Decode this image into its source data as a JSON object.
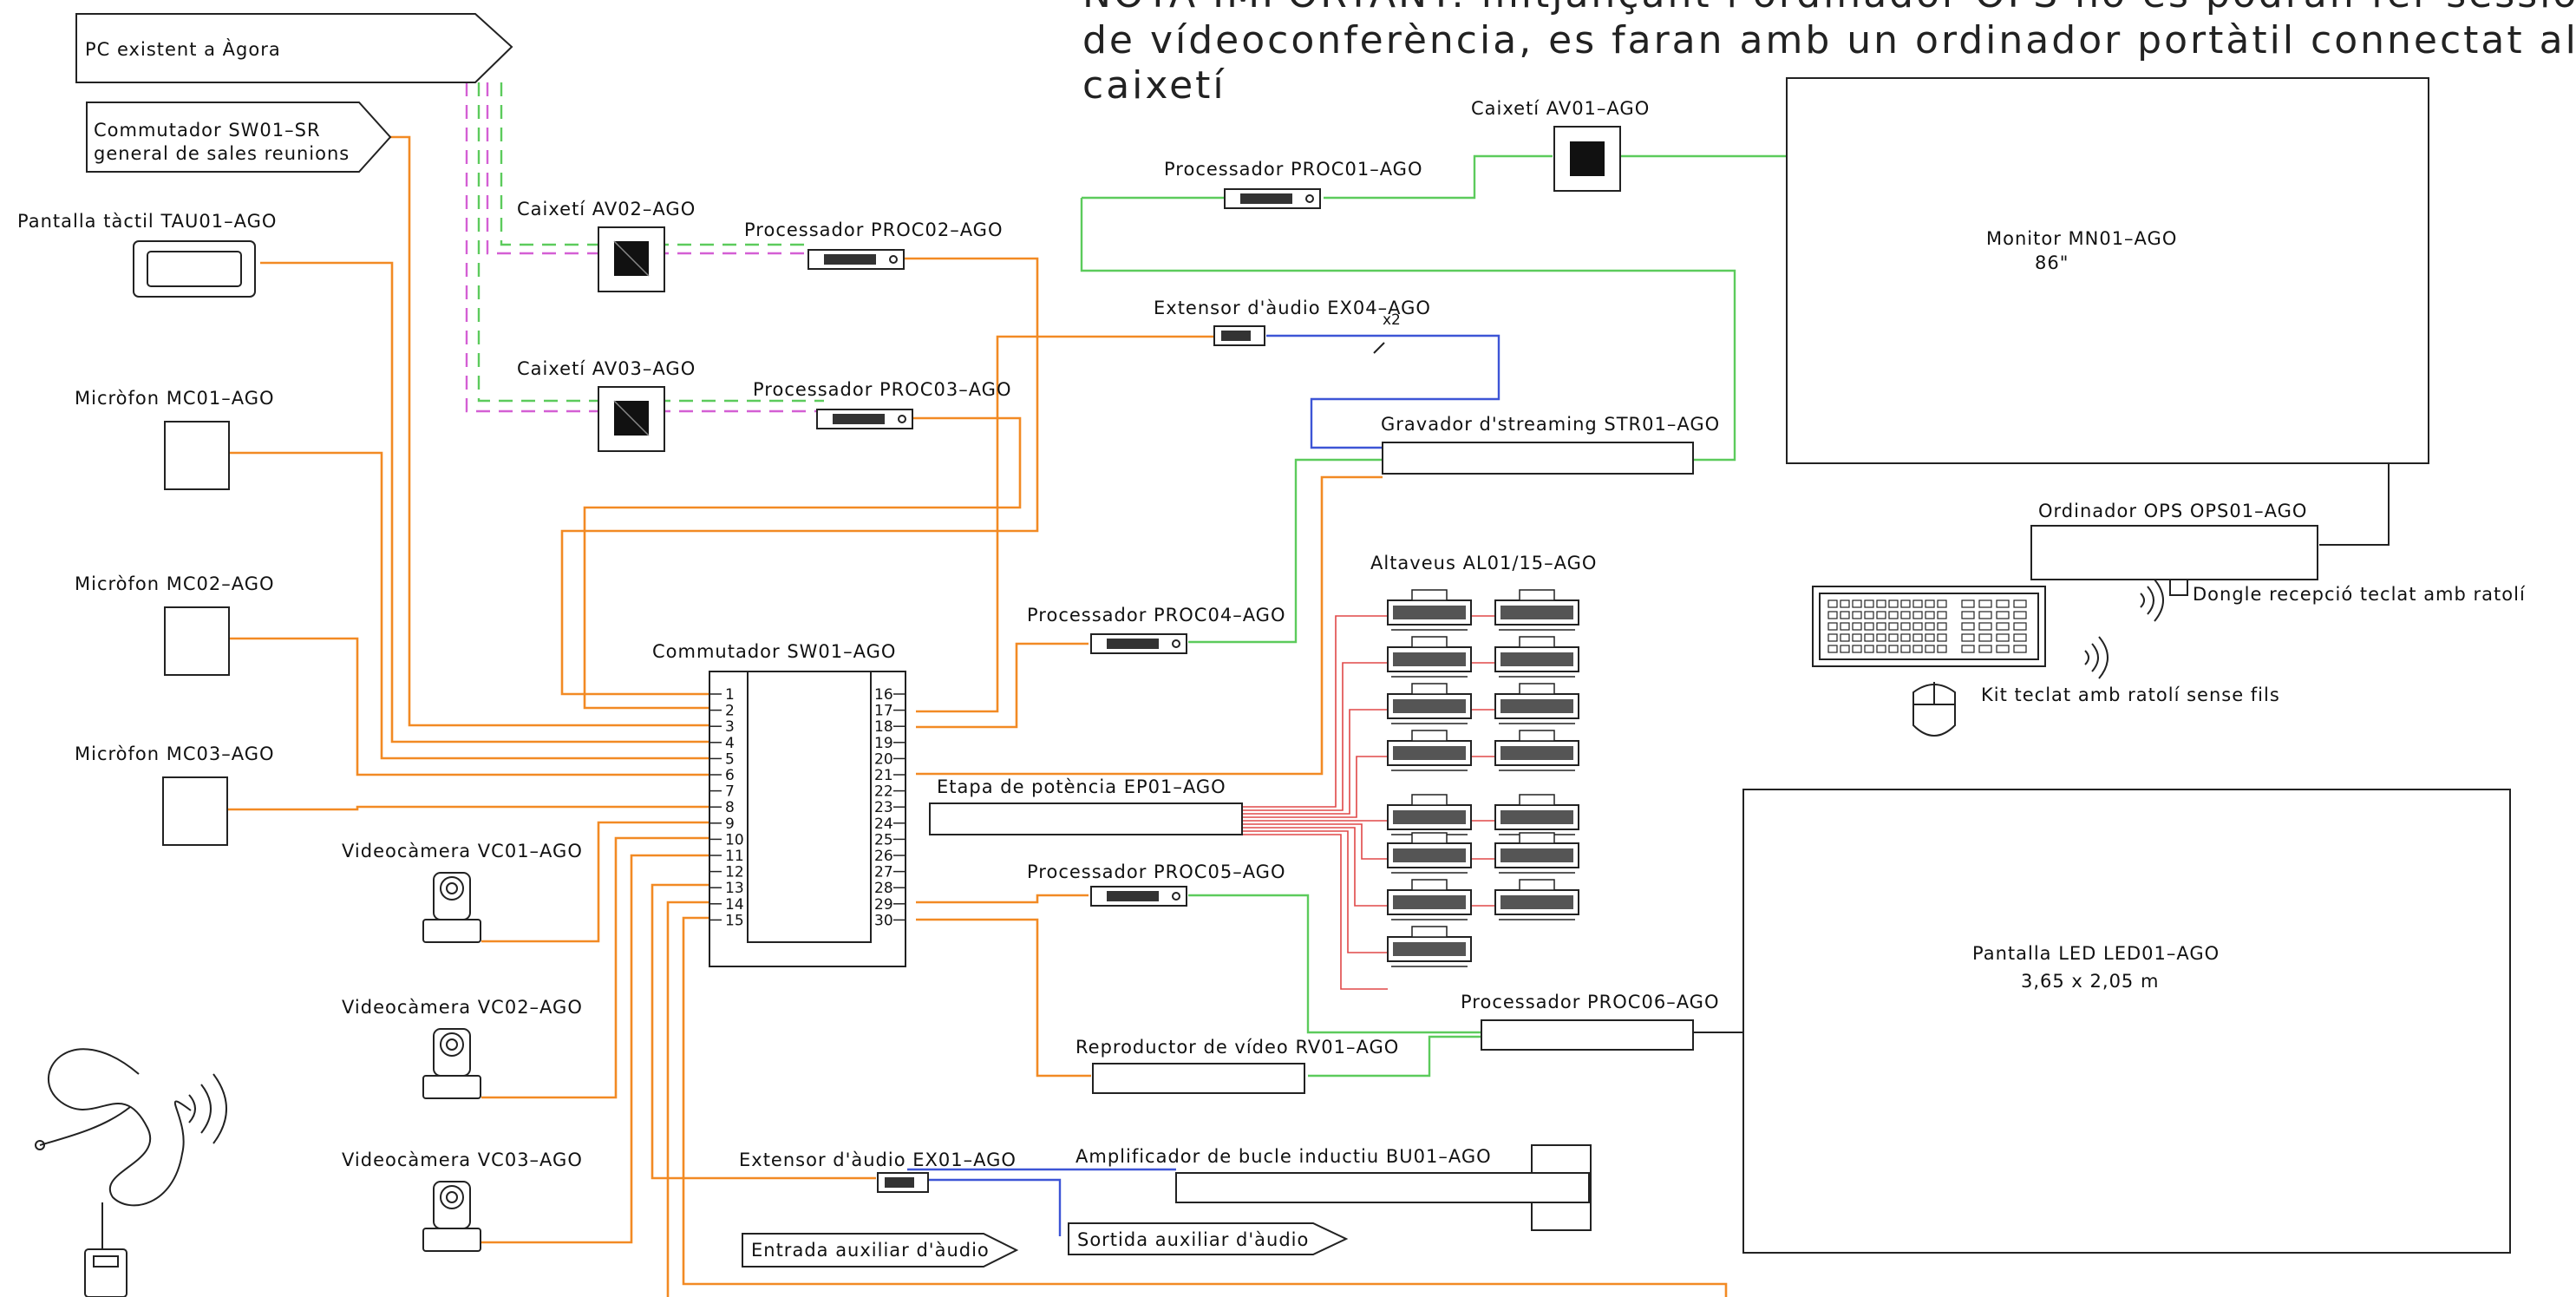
{
  "note": {
    "line1": "NOTA IMPORTANT: mitjançant l'ordinador OPS no es podran fer sessions",
    "line2": "de vídeoconferència, es faran amb un ordinador portàtil connectat al",
    "line3": "caixetí"
  },
  "inputs": {
    "pc_agora": "PC existent a Àgora",
    "sw01_sr_line1": "Commutador SW01–SR",
    "sw01_sr_line2": "general de sales reunions"
  },
  "devices": {
    "touch_panel": "Pantalla tàctil TAU01–AGO",
    "mic1": "Micròfon MC01–AGO",
    "mic2": "Micròfon MC02–AGO",
    "mic3": "Micròfon MC03–AGO",
    "cam1": "Videocàmera VC01–AGO",
    "cam2": "Videocàmera VC02–AGO",
    "cam3": "Videocàmera VC03–AGO",
    "av02": "Caixetí AV02–AGO",
    "av03": "Caixetí AV03–AGO",
    "av01": "Caixetí AV01–AGO",
    "proc02": "Processador PROC02–AGO",
    "proc03": "Processador PROC03–AGO",
    "proc01": "Processador PROC01–AGO",
    "proc04": "Processador PROC04–AGO",
    "proc05": "Processador PROC05–AGO",
    "proc06": "Processador PROC06–AGO",
    "ex04": "Extensor d'àudio EX04–AGO",
    "x2": "x2",
    "str01": "Gravador d'streaming STR01–AGO",
    "switch": "Commutador SW01–AGO",
    "ep01": "Etapa de potència EP01–AGO",
    "speakers": "Altaveus AL01/15–AGO",
    "rv01": "Reproductor de vídeo RV01–AGO",
    "ex01": "Extensor d'àudio EX01–AGO",
    "bu01": "Amplificador de bucle inductiu BU01–AGO",
    "aux_in": "Entrada auxiliar d'àudio",
    "aux_out": "Sortida auxiliar d'àudio",
    "monitor_line1": "Monitor MN01–AGO",
    "monitor_line2": "86\"",
    "ops": "Ordinador OPS OPS01–AGO",
    "dongle": "Dongle recepció teclat amb ratolí",
    "kit": "Kit teclat amb ratolí sense fils",
    "led_line1": "Pantalla LED LED01–AGO",
    "led_line2": "3,65 x 2,05 m"
  },
  "ports_left": [
    "1",
    "2",
    "3",
    "4",
    "5",
    "6",
    "7",
    "8",
    "9",
    "10",
    "11",
    "12",
    "13",
    "14",
    "15"
  ],
  "ports_right": [
    "16",
    "17",
    "18",
    "19",
    "20",
    "21",
    "22",
    "23",
    "24",
    "25",
    "26",
    "27",
    "28",
    "29",
    "30"
  ]
}
